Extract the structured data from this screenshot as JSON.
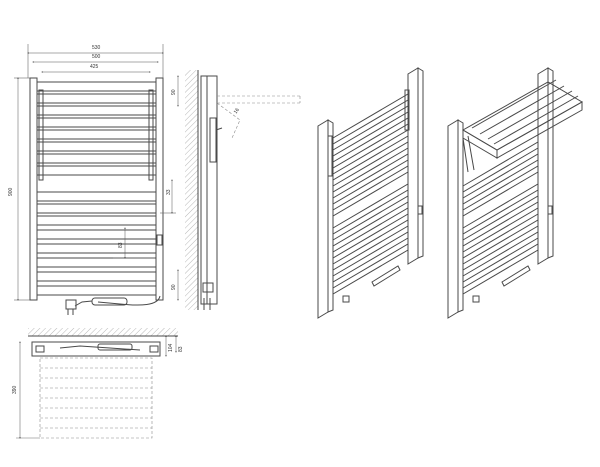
{
  "diagram": {
    "front_view": {
      "dimensions": {
        "overall_width": "530",
        "bar_width": "500",
        "mount_width": "425",
        "height": "900",
        "gap_a": "33",
        "gap_b": "83"
      }
    },
    "side_view": {
      "dimensions": {
        "top_offset": "90",
        "shelf_offset": "16",
        "bottom_offset": "90"
      }
    },
    "top_view": {
      "dimensions": {
        "depth_a": "104",
        "depth_b": "83",
        "shelf_depth": "390"
      }
    },
    "colors": {
      "line": "#4a4a4a",
      "dashed": "#8a8a8a",
      "background": "#ffffff"
    }
  }
}
